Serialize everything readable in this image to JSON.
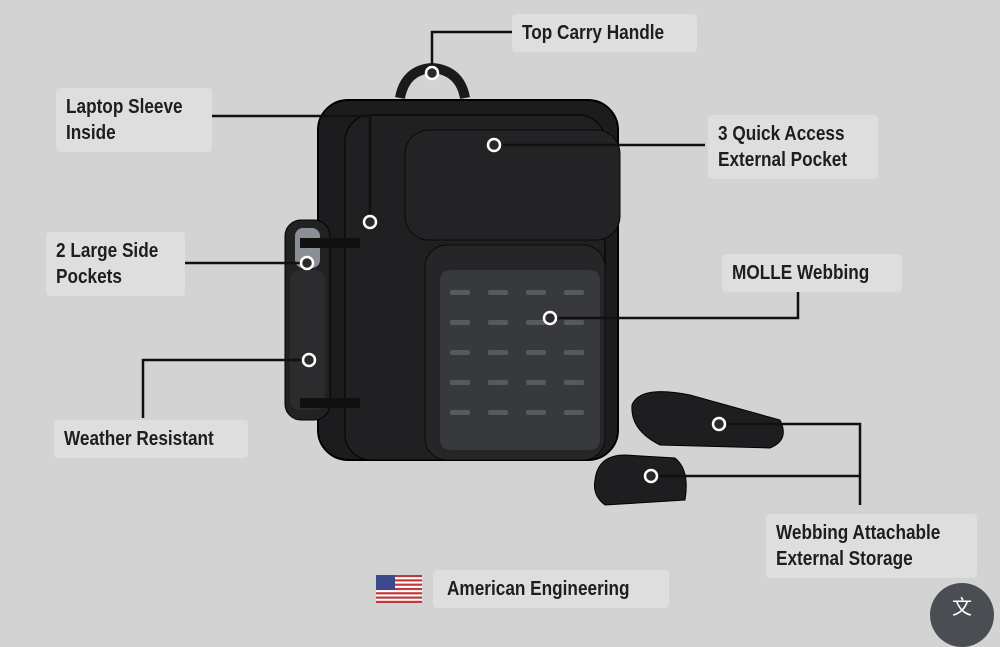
{
  "callouts": {
    "top_handle": "Top Carry Handle",
    "laptop_sleeve": [
      "Laptop Sleeve",
      "Inside"
    ],
    "quick_access": [
      "3 Quick Access",
      "External Pocket"
    ],
    "side_pockets": [
      "2 Large Side",
      "Pockets"
    ],
    "molle": "MOLLE Webbing",
    "weather": "Weather Resistant",
    "external_storage": [
      "Webbing Attachable",
      "External Storage"
    ]
  },
  "footer": {
    "label": "American Engineering",
    "flag_icon": "us-flag-icon"
  },
  "translate_button": {
    "icon": "translate-icon",
    "glyph": "文"
  },
  "colors": {
    "background": "#d3d3d3",
    "label_bg": "#dedede",
    "pack": "#1c1c1e",
    "button": "#4a4d52"
  }
}
